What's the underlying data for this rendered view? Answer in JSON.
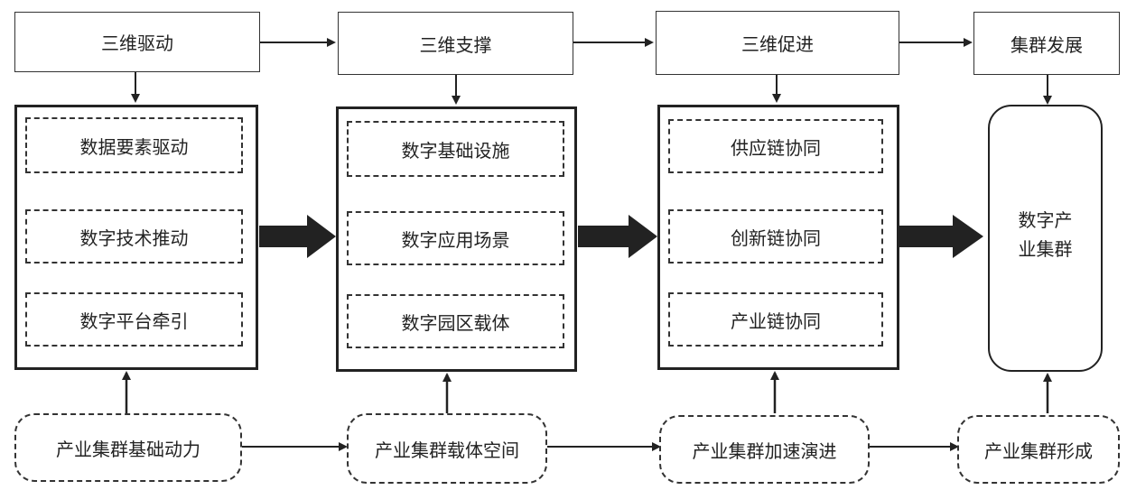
{
  "top_row": [
    {
      "id": "sanwei-qudong",
      "label": "三维驱动"
    },
    {
      "id": "sanwei-zhicheng",
      "label": "三维支撑"
    },
    {
      "id": "sanwei-cujin",
      "label": "三维促进"
    },
    {
      "id": "jiqun-fazhan",
      "label": "集群发展"
    }
  ],
  "groups": [
    {
      "items": [
        "数据要素驱动",
        "数字技术推动",
        "数字平台牵引"
      ]
    },
    {
      "items": [
        "数字基础设施",
        "数字应用场景",
        "数字园区载体"
      ]
    },
    {
      "items": [
        "供应链协同",
        "创新链协同",
        "产业链协同"
      ]
    }
  ],
  "cluster": {
    "line1": "数字产",
    "line2": "业集群"
  },
  "bottom_row": [
    {
      "label": "产业集群基础动力"
    },
    {
      "label": "产业集群载体空间"
    },
    {
      "label": "产业集群加速演进"
    },
    {
      "label": "产业集群形成"
    }
  ]
}
